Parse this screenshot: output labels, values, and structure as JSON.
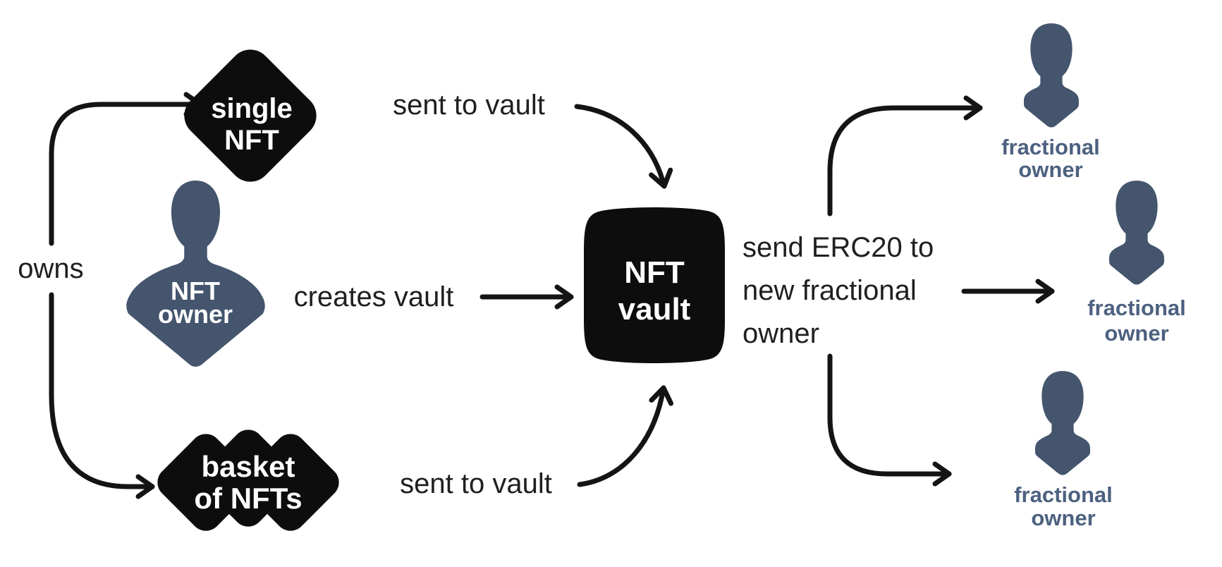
{
  "colors": {
    "background": "#ffffff",
    "node-black": "#0d0d0d",
    "person-fill": "#44556d",
    "fractional-label": "#4d6180",
    "annotation": "#1f1f1f",
    "node-label": "#ffffff",
    "connector": "#141414"
  },
  "nodes": {
    "single_nft": {
      "line1": "single",
      "line2": "NFT"
    },
    "nft_owner": {
      "line1": "NFT",
      "line2": "owner"
    },
    "nft_vault": {
      "line1": "NFT",
      "line2": "vault"
    },
    "basket_of_nfts": {
      "line1": "basket",
      "line2": "of NFTs"
    },
    "fractional_owner_top": {
      "line1": "fractional",
      "line2": "owner"
    },
    "fractional_owner_middle": {
      "line1": "fractional",
      "line2": "owner"
    },
    "fractional_owner_bottom": {
      "line1": "fractional",
      "line2": "owner"
    }
  },
  "edges": {
    "owns": {
      "label": "owns"
    },
    "sent_to_vault_top": {
      "label": "sent to vault"
    },
    "creates_vault": {
      "label": "creates vault"
    },
    "sent_to_vault_bottom": {
      "label": "sent to vault"
    },
    "send_erc20": {
      "line1": "send ERC20 to",
      "line2": "new fractional",
      "line3": "owner"
    }
  }
}
